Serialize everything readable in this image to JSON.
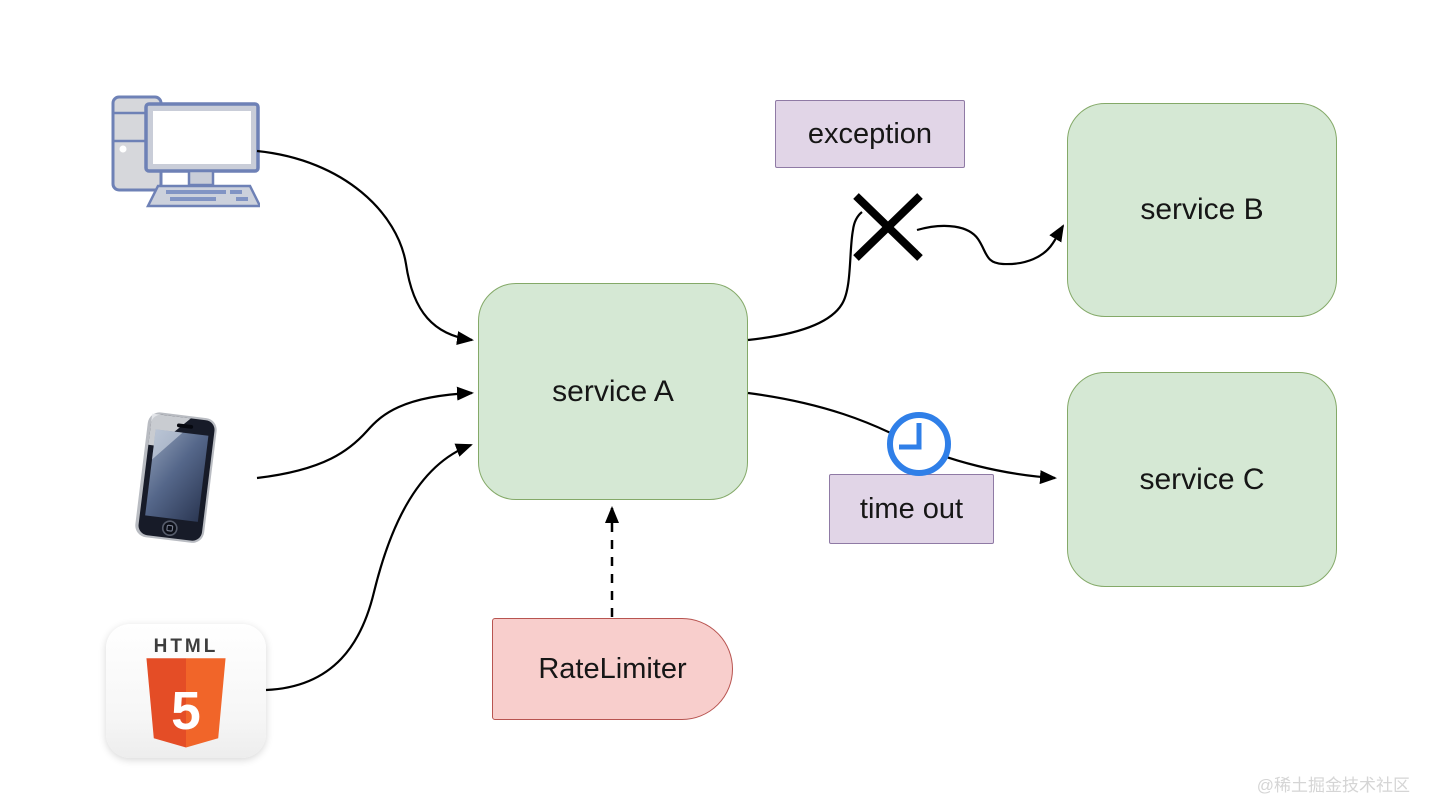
{
  "diagram": {
    "title_hint": "rate-limiter service flow diagram",
    "nodes": {
      "service_a": "service A",
      "service_b": "service B",
      "service_c": "service C"
    },
    "labels": {
      "exception": "exception",
      "timeout": "time out",
      "rate_limiter": "RateLimiter"
    },
    "icons": {
      "desktop": "desktop-computer-icon",
      "smartphone": "smartphone-icon",
      "html5_title": "HTML",
      "html5_number": "5",
      "clock": "timeout-clock-icon",
      "cross": "failure-x-mark"
    },
    "edges": [
      {
        "from": "desktop-client",
        "to": "service_a",
        "style": "solid-curved-arrow"
      },
      {
        "from": "smartphone-client",
        "to": "service_a",
        "style": "solid-curved-arrow"
      },
      {
        "from": "html5-client",
        "to": "service_a",
        "style": "solid-curved-arrow"
      },
      {
        "from": "service_a",
        "to": "service_b",
        "style": "solid-curve",
        "decoration": "crossed-out-x",
        "annotation": "exception"
      },
      {
        "from": "service_a",
        "to": "service_c",
        "style": "solid-curved-arrow",
        "decoration": "clock",
        "annotation": "time out"
      },
      {
        "from": "rate_limiter",
        "to": "service_a",
        "style": "dashed-arrow"
      }
    ],
    "colors": {
      "node_green_fill": "#d5e8d4",
      "node_green_stroke": "#84a968",
      "label_purple_fill": "#e1d5e7",
      "label_purple_stroke": "#8f7aa5",
      "limiter_red_fill": "#f8cecc",
      "limiter_red_stroke": "#b85450",
      "clock_blue": "#2f7fe8",
      "arrow_black": "#000000",
      "desktop_icon_stroke": "#6e81b6",
      "html5_orange": "#e44d26",
      "html5_orange_light": "#f16529"
    },
    "watermark": "@稀土掘金技术社区"
  }
}
